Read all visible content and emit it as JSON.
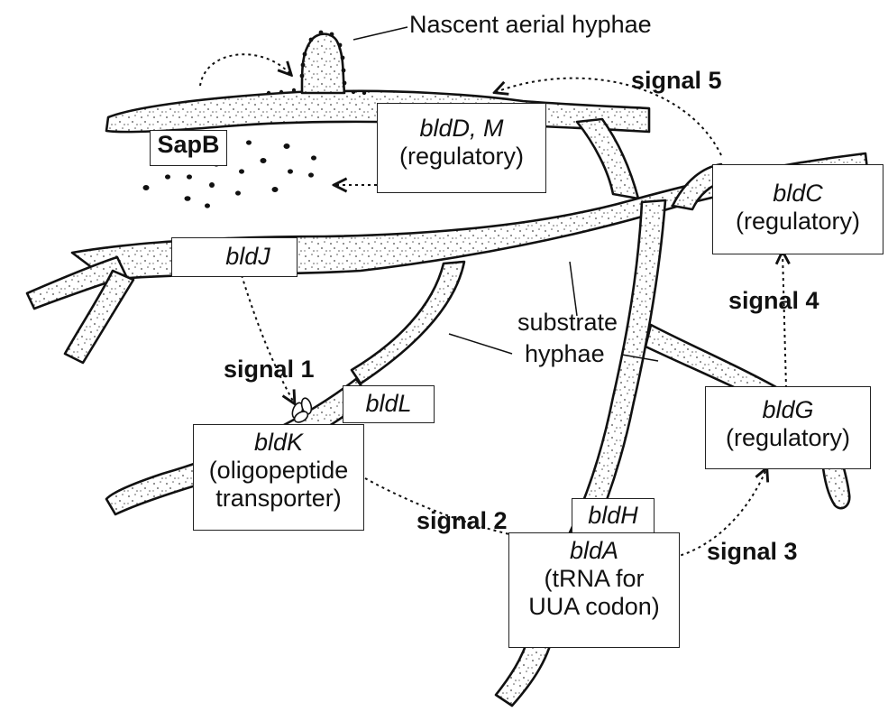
{
  "labels": {
    "nascent": "Nascent aerial hyphae",
    "sapb": "SapB",
    "substrate_1": "substrate",
    "substrate_2": "hyphae",
    "signal_1": "signal 1",
    "signal_2": "signal 2",
    "signal_3": "signal 3",
    "signal_4": "signal 4",
    "signal_5": "signal 5"
  },
  "genes": {
    "bldD": {
      "name": "bldD, M",
      "role": "(regulatory)"
    },
    "bldC": {
      "name": "bldC",
      "role": "(regulatory)"
    },
    "bldJ": {
      "name": "bldJ"
    },
    "bldL": {
      "name": "bldL"
    },
    "bldK": {
      "name": "bldK",
      "role_1": "(oligopeptide",
      "role_2": "transporter)"
    },
    "bldG": {
      "name": "bldG",
      "role": "(regulatory)"
    },
    "bldH": {
      "name": "bldH"
    },
    "bldA": {
      "name": "bldA",
      "role_1": "(tRNA for",
      "role_2": "UUA codon)"
    }
  }
}
